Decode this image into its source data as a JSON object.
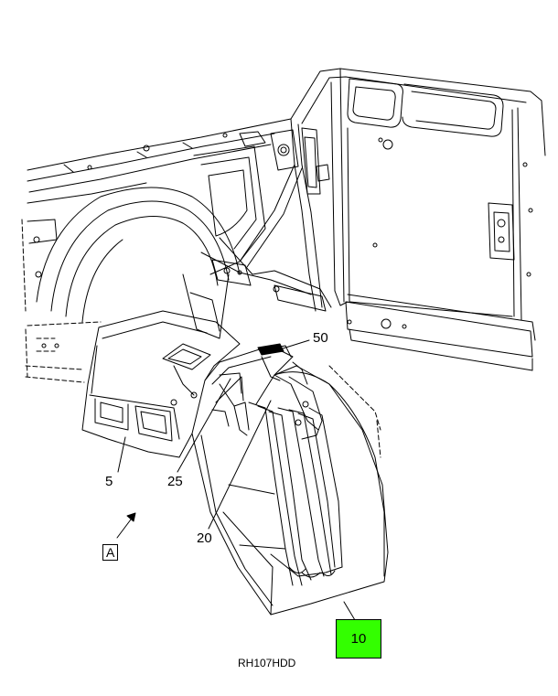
{
  "callouts": {
    "c50": "50",
    "c5": "5",
    "c25": "25",
    "c20": "20",
    "c10": "10",
    "view_a": "A"
  },
  "highlight_color": "#33ff00",
  "figure_code": "RH107HDD"
}
